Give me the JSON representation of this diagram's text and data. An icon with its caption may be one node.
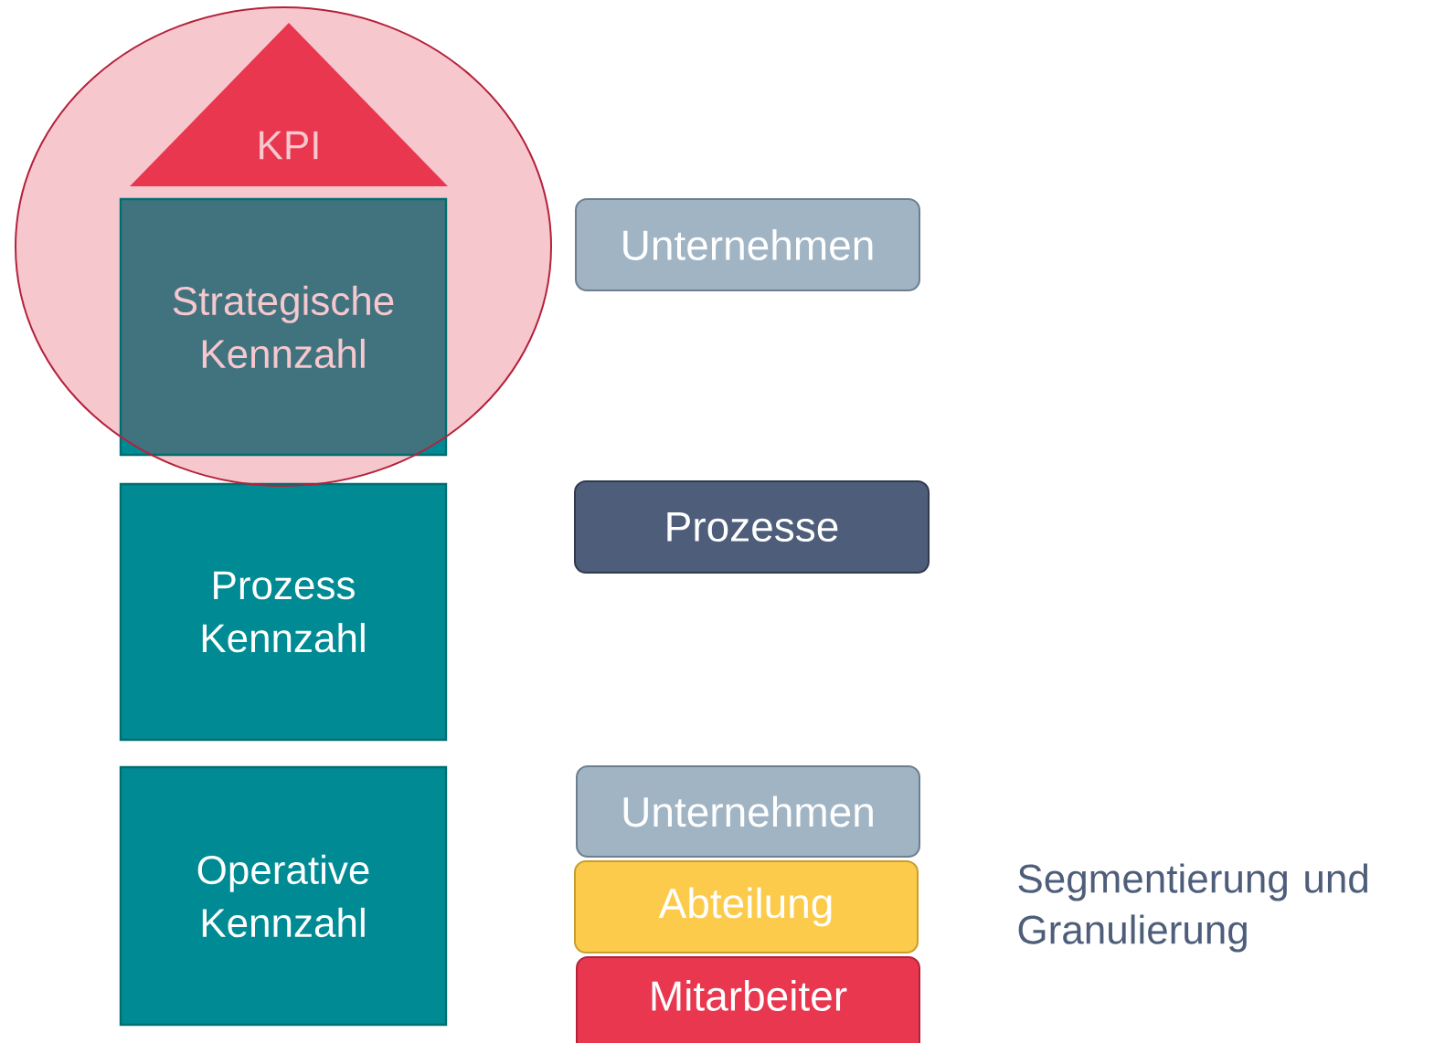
{
  "diagram": {
    "nodes": [
      {
        "text": [
          "KPI"
        ]
      },
      {
        "text": [
          "Strategische Kennzahl"
        ]
      },
      {
        "text": [
          "Prozess Kennzahl"
        ]
      },
      {
        "text": [
          "Operative Kennzahl"
        ]
      },
      {
        "text": [
          "Unternehmen"
        ]
      },
      {
        "text": [
          "Prozesse"
        ]
      },
      {
        "text": [
          "Unternehmen"
        ]
      },
      {
        "text": [
          "Abteilung"
        ]
      },
      {
        "text": [
          "Mitarbeiter"
        ]
      }
    ],
    "labels": [
      "Segmentierung und Granulierung"
    ]
  }
}
